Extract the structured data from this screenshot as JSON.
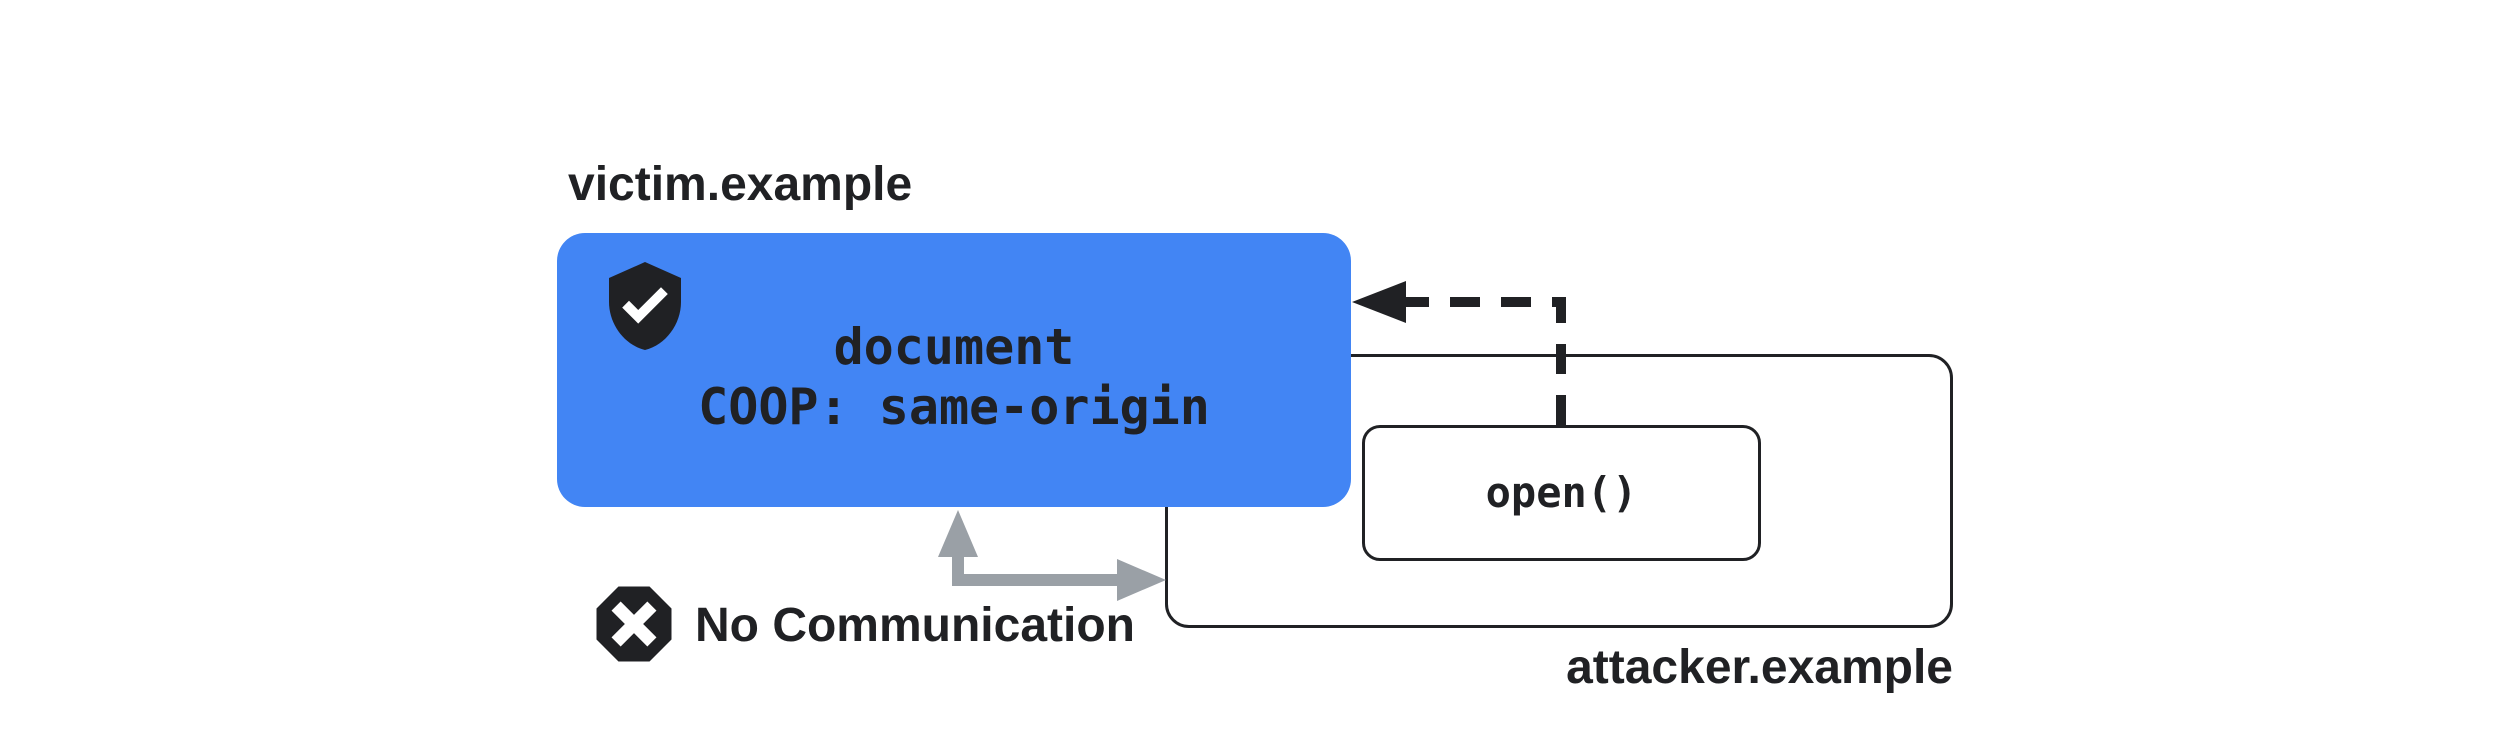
{
  "labels": {
    "victim": "victim.example",
    "attacker": "attacker.example",
    "no_communication": "No Communication"
  },
  "victim_box": {
    "line1": "document",
    "line2": "COOP: same-origin"
  },
  "attacker_box": {
    "open_call": "open()"
  },
  "icons": {
    "shield_check": "shield-check-icon",
    "blocked": "octagon-x-icon"
  },
  "colors": {
    "blue": "#4285f4",
    "ink": "#202124",
    "arrow_gray": "#9aa0a6",
    "background": "#ffffff",
    "icon_glyph": "#ffffff"
  }
}
